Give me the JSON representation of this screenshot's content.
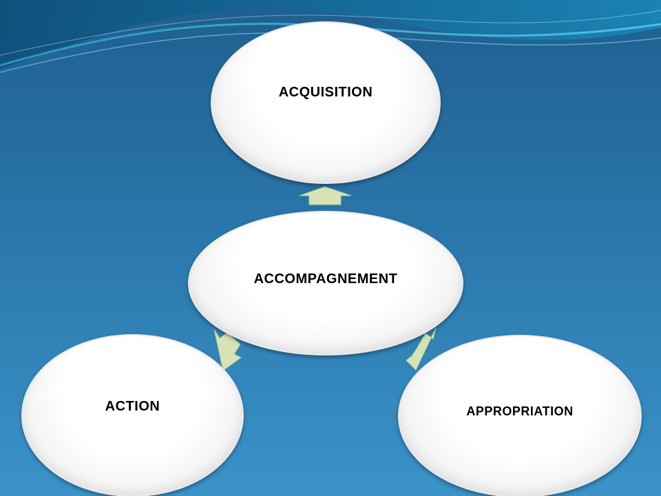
{
  "diagram": {
    "nodes": {
      "acquisition": "ACQUISITION",
      "accompagnement": "ACCOMPAGNEMENT",
      "action": "ACTION",
      "appropriation": "APPROPRIATION"
    },
    "connectors": [
      {
        "from": "accompagnement",
        "to": "acquisition"
      },
      {
        "from": "accompagnement",
        "to": "action"
      },
      {
        "from": "accompagnement",
        "to": "appropriation"
      }
    ]
  },
  "colors": {
    "background_top": "#1f5f8f",
    "background_bottom": "#3a93c9",
    "node_fill": "#ffffff",
    "arrow_fill": "#d6e4b4",
    "arrow_stroke": "#b8c98f"
  }
}
